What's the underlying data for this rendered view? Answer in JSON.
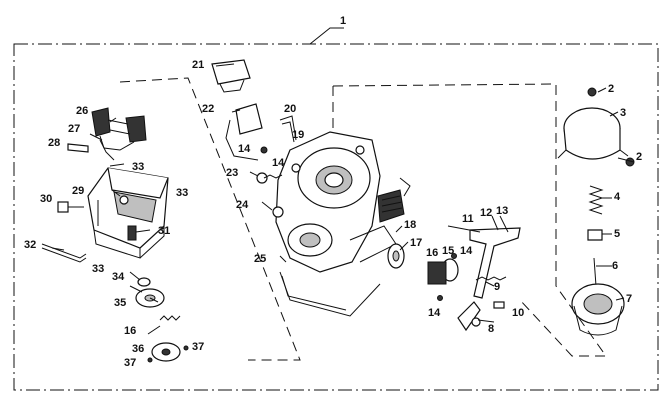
{
  "title": "Carburetor assembly exploded view",
  "callouts": {
    "c1": "1",
    "c2a": "2",
    "c2b": "2",
    "c3": "3",
    "c4": "4",
    "c5": "5",
    "c6": "6",
    "c7": "7",
    "c8": "8",
    "c9": "9",
    "c10": "10",
    "c11": "11",
    "c12": "12",
    "c13": "13",
    "c14a": "14",
    "c14b": "14",
    "c14c": "14",
    "c14d": "14",
    "c15": "15",
    "c16a": "16",
    "c16b": "16",
    "c17": "17",
    "c18": "18",
    "c19": "19",
    "c20": "20",
    "c21": "21",
    "c22": "22",
    "c23": "23",
    "c24": "24",
    "c25": "25",
    "c26": "26",
    "c27": "27",
    "c28": "28",
    "c29": "29",
    "c30": "30",
    "c31": "31",
    "c32": "32",
    "c33a": "33",
    "c33b": "33",
    "c33c": "33",
    "c34": "34",
    "c35": "35",
    "c36": "36",
    "c37a": "37",
    "c37b": "37"
  }
}
